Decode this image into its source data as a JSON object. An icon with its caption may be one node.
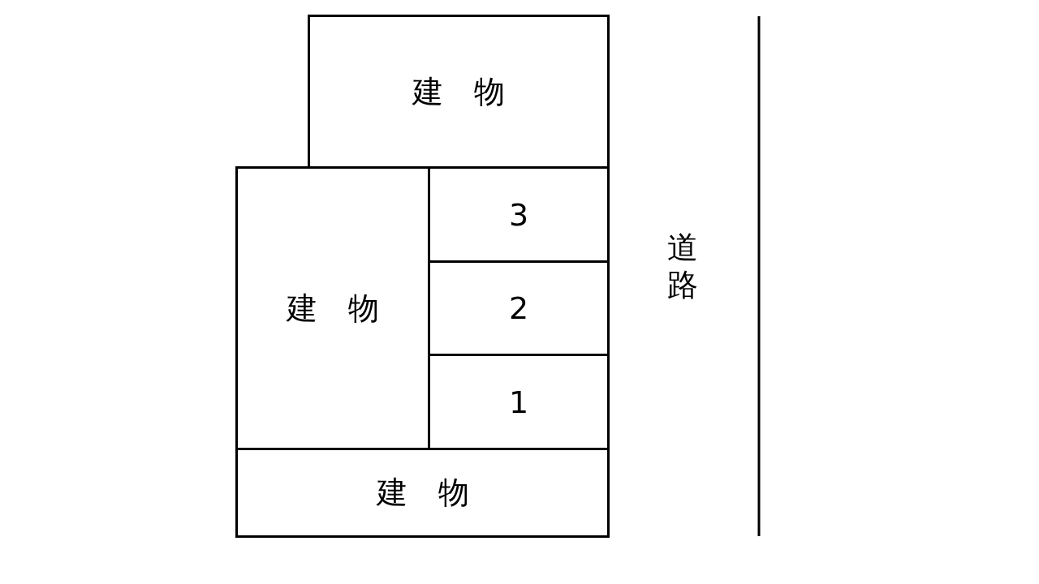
{
  "diagram": {
    "nodes": [
      {
        "text": [
          "建　物"
        ]
      },
      {
        "text": [
          "建　物"
        ]
      },
      {
        "text": [
          "3"
        ]
      },
      {
        "text": [
          "2"
        ]
      },
      {
        "text": [
          "1"
        ]
      },
      {
        "text": [
          "建　物"
        ]
      }
    ],
    "labels": [
      "道路"
    ]
  }
}
